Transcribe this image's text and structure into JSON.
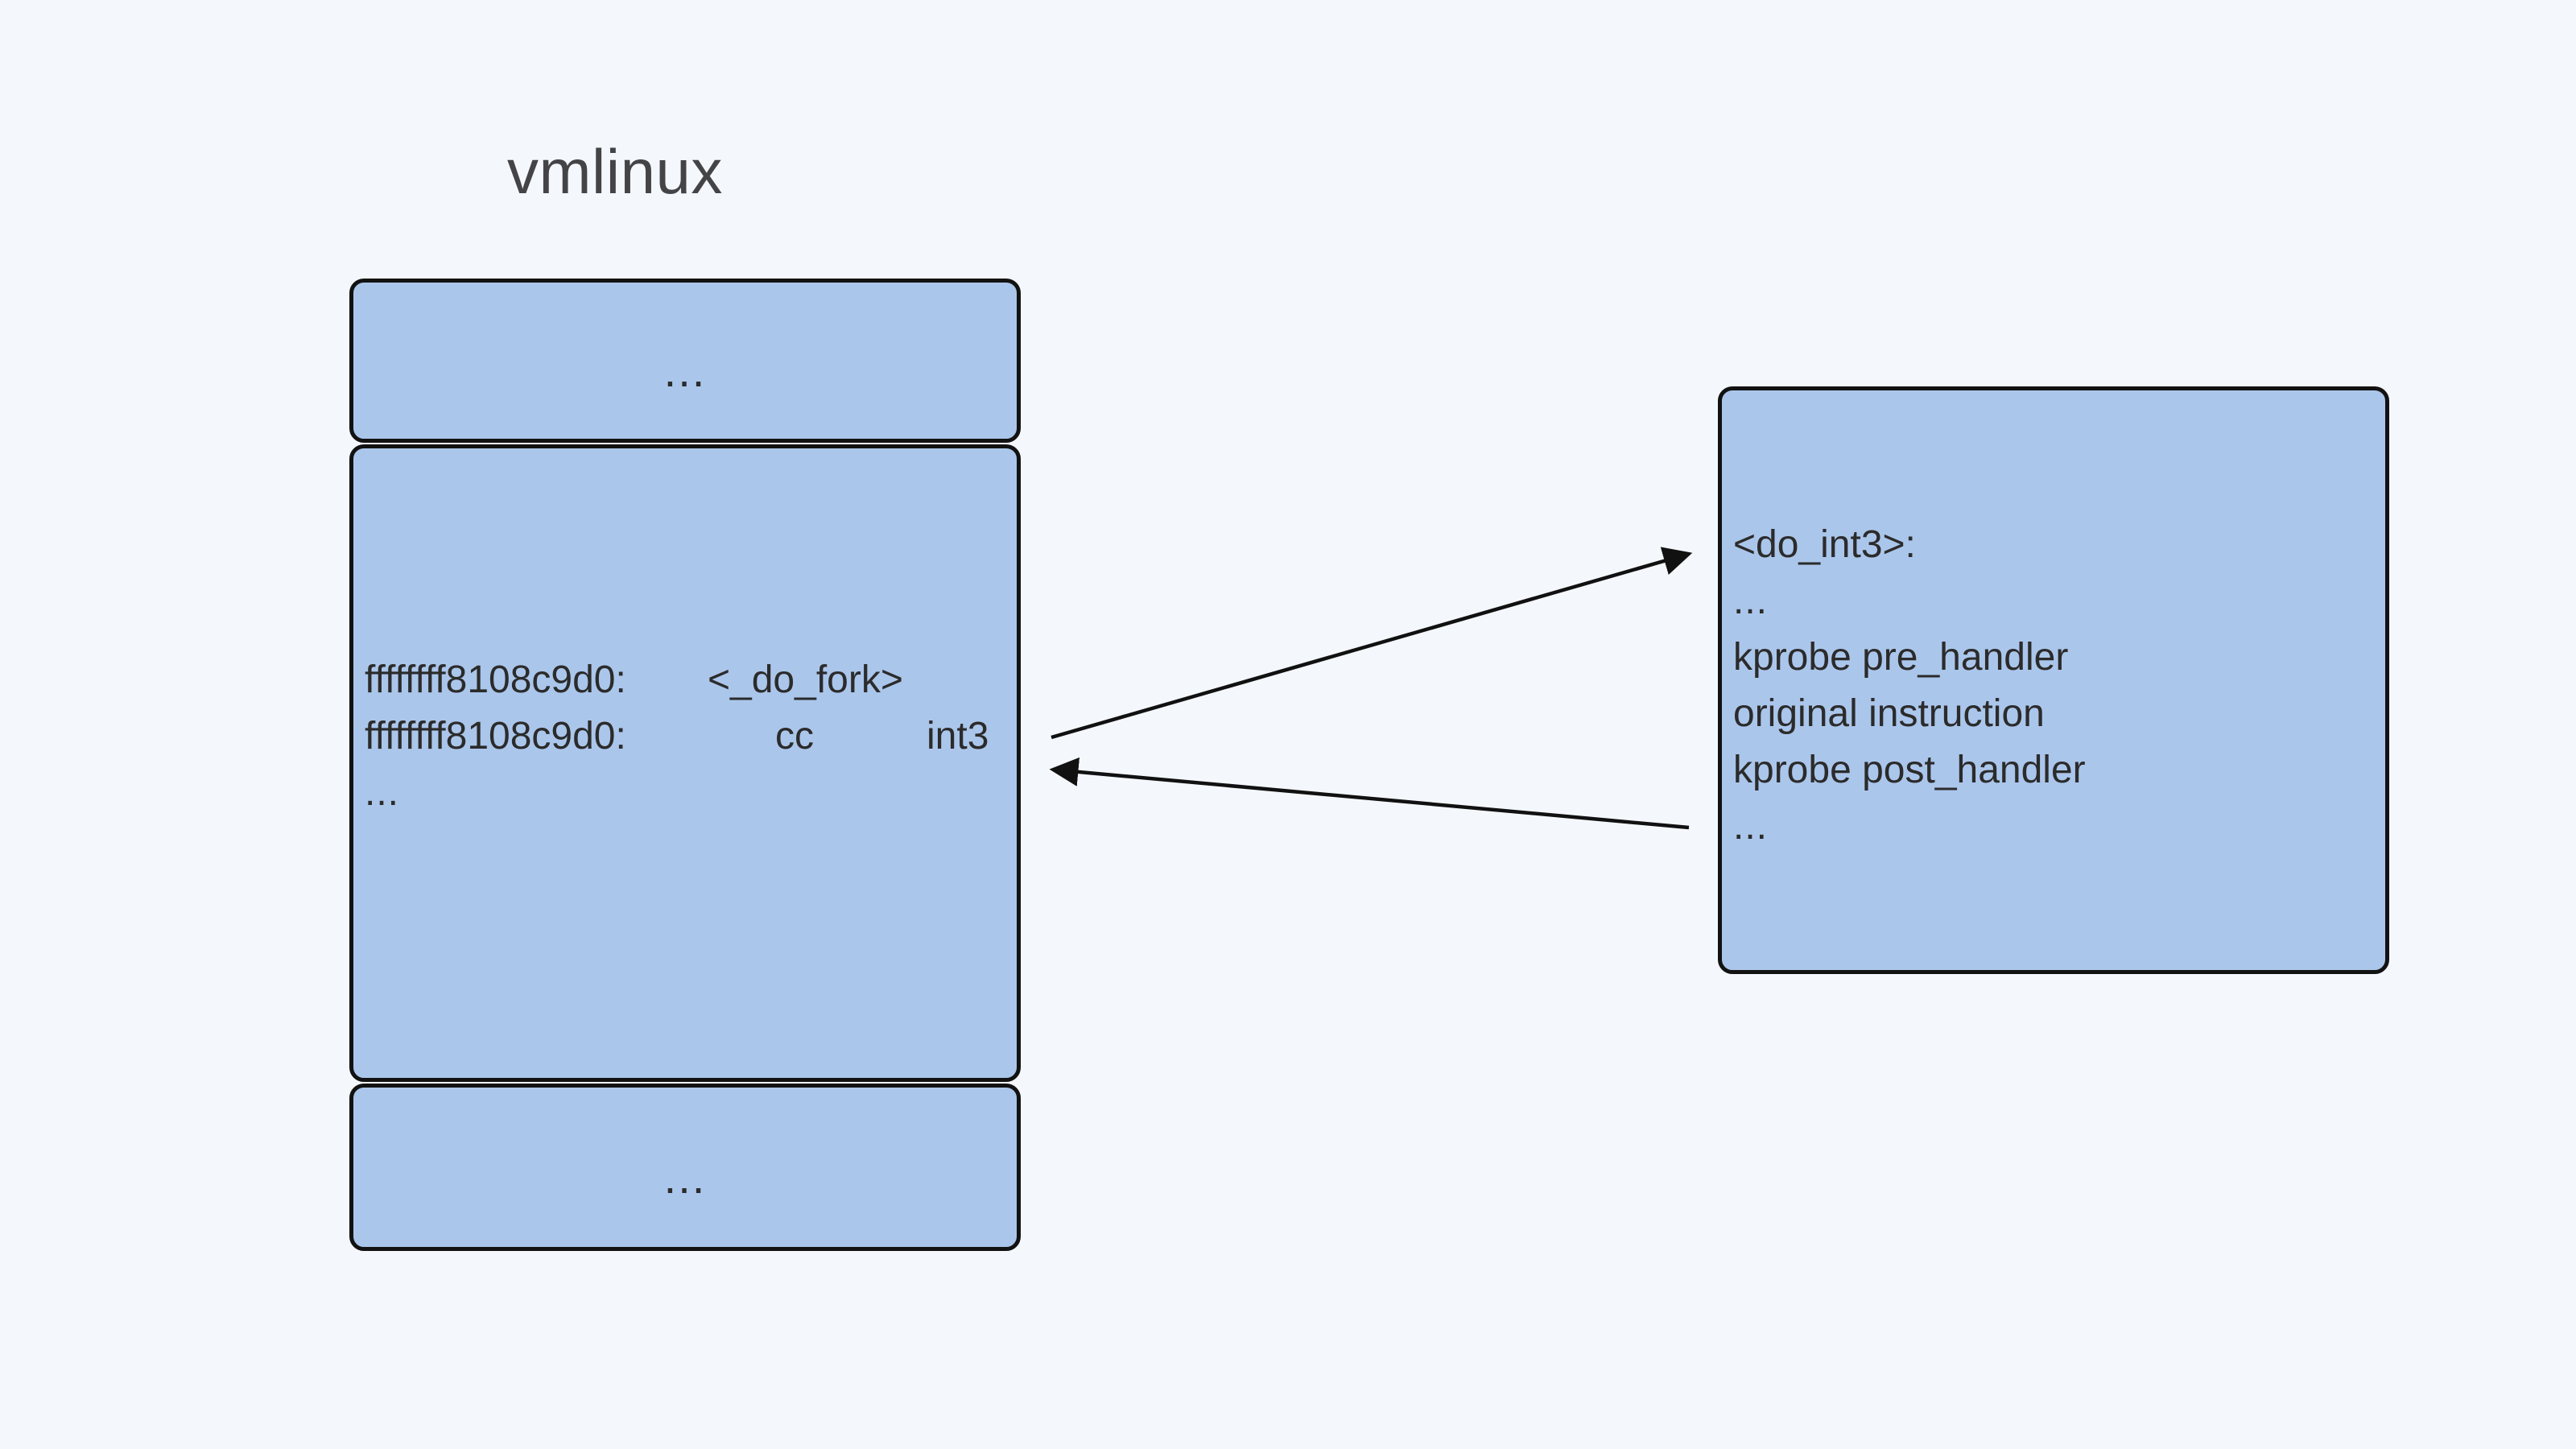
{
  "diagram": {
    "title": "vmlinux",
    "vmlinux_blocks": {
      "top": {
        "text": "..."
      },
      "middle": {
        "line1_addr": "ffffffff8108c9d0:",
        "line1_symbol": "<_do_fork>",
        "line2_addr": "ffffffff8108c9d0:",
        "line2_opcode": "cc",
        "line2_instr": "int3",
        "line3": "..."
      },
      "bottom": {
        "text": "..."
      }
    },
    "handler_box": {
      "lines": [
        "<do_int3>:",
        "...",
        "kprobe pre_handler",
        "original instruction",
        "kprobe post_handler",
        "..."
      ]
    },
    "colors": {
      "background": "#f4f7fc",
      "box_fill": "#abc6eb",
      "box_border": "#121212",
      "arrow": "#111111"
    }
  }
}
